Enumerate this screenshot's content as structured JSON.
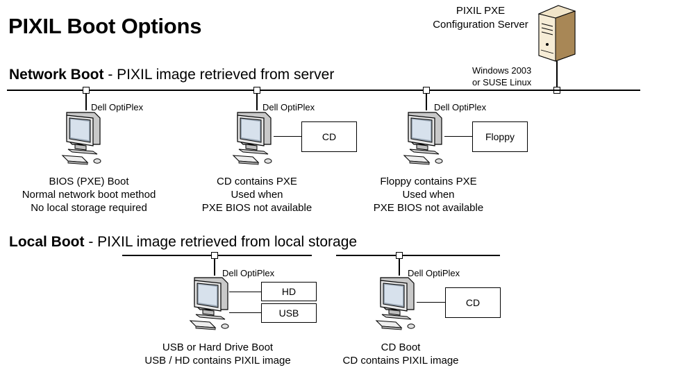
{
  "title": "PIXIL Boot Options",
  "server": {
    "name_line1": "PIXIL PXE",
    "name_line2": "Configuration Server",
    "os_line1": "Windows 2003",
    "os_line2": "or SUSE Linux",
    "icon": "server-tower-icon"
  },
  "network_section": {
    "heading": "Network Boot",
    "subheading": " - PIXIL image retrieved from server",
    "clients": [
      {
        "label": "Dell OptiPlex",
        "caption": [
          "BIOS (PXE) Boot",
          "Normal network boot method",
          "No local storage required"
        ],
        "media": []
      },
      {
        "label": "Dell OptiPlex",
        "caption": [
          "CD contains PXE",
          "Used when",
          "PXE BIOS not available"
        ],
        "media": [
          "CD"
        ]
      },
      {
        "label": "Dell OptiPlex",
        "caption": [
          "Floppy contains PXE",
          "Used when",
          "PXE BIOS not available"
        ],
        "media": [
          "Floppy"
        ]
      }
    ]
  },
  "local_section": {
    "heading": "Local Boot",
    "subheading": " - PIXIL image retrieved from local storage",
    "clients": [
      {
        "label": "Dell OptiPlex",
        "caption": [
          "USB or Hard Drive Boot",
          "USB / HD contains PIXIL image"
        ],
        "media": [
          "HD",
          "USB"
        ]
      },
      {
        "label": "Dell OptiPlex",
        "caption": [
          "CD Boot",
          "CD contains PIXIL image"
        ],
        "media": [
          "CD"
        ]
      }
    ]
  },
  "icons": {
    "computer": "desktop-computer-icon",
    "connector": "network-port-icon"
  }
}
